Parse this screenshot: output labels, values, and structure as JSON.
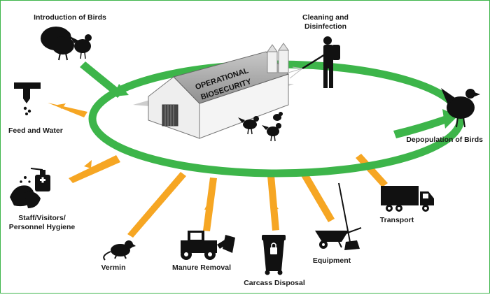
{
  "building": {
    "label_line1": "OPERATIONAL",
    "label_line2": "BIOSECURITY"
  },
  "labels": {
    "introduction_of_birds": "Introduction of Birds",
    "cleaning_line1": "Cleaning and",
    "cleaning_line2": "Disinfection",
    "feed_and_water": "Feed and Water",
    "depopulation": "Depopulation of Birds",
    "hygiene_line1": "Staff/Visitors/",
    "hygiene_line2": "Personnel Hygiene",
    "transport": "Transport",
    "vermin": "Vermin",
    "manure_removal": "Manure Removal",
    "equipment": "Equipment",
    "carcass_disposal": "Carcass Disposal"
  },
  "colors": {
    "ring": "#3db54a",
    "inbound_arrow": "#f6a623",
    "icon": "#111111",
    "building_roof": "#9a9a9a"
  }
}
